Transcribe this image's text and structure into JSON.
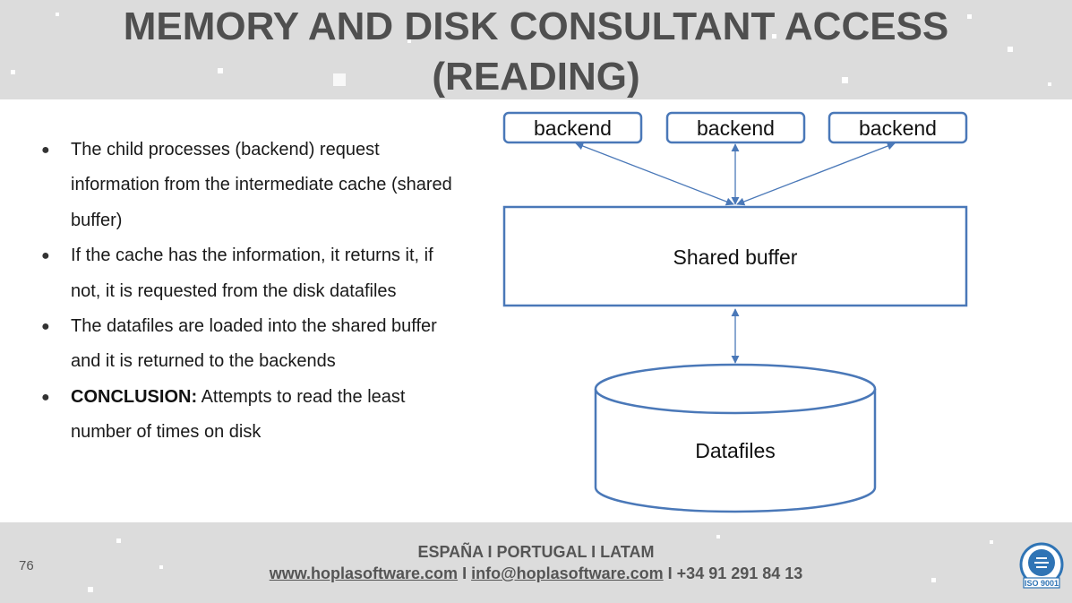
{
  "slide": {
    "title_line1": "MEMORY AND DISK CONSULTANT ACCESS",
    "title_line2": "(READING)",
    "page_number": "76"
  },
  "bullets": [
    {
      "lead": "",
      "text": "The child processes (backend) request information from the intermediate cache (shared buffer)"
    },
    {
      "lead": "",
      "text": "If the cache has the information, it returns it, if not, it is requested from the disk datafiles"
    },
    {
      "lead": "",
      "text": "The datafiles are loaded into the shared buffer and it is returned to the backends"
    },
    {
      "lead": "CONCLUSION:",
      "text": " Attempts to read the least number of times on disk"
    }
  ],
  "diagram": {
    "backends": [
      "backend",
      "backend",
      "backend"
    ],
    "buffer_label": "Shared buffer",
    "datafiles_label": "Datafiles",
    "line_color": "#4a78b8"
  },
  "footer": {
    "regions": "ESPAÑA I PORTUGAL I LATAM",
    "website": "www.hoplasoftware.com",
    "sep1": " I ",
    "email": "info@hoplasoftware.com",
    "sep2": " I ",
    "phone": "+34 91 291 84 13"
  },
  "badge": {
    "text": "ISO 9001",
    "color": "#2f74b5"
  }
}
